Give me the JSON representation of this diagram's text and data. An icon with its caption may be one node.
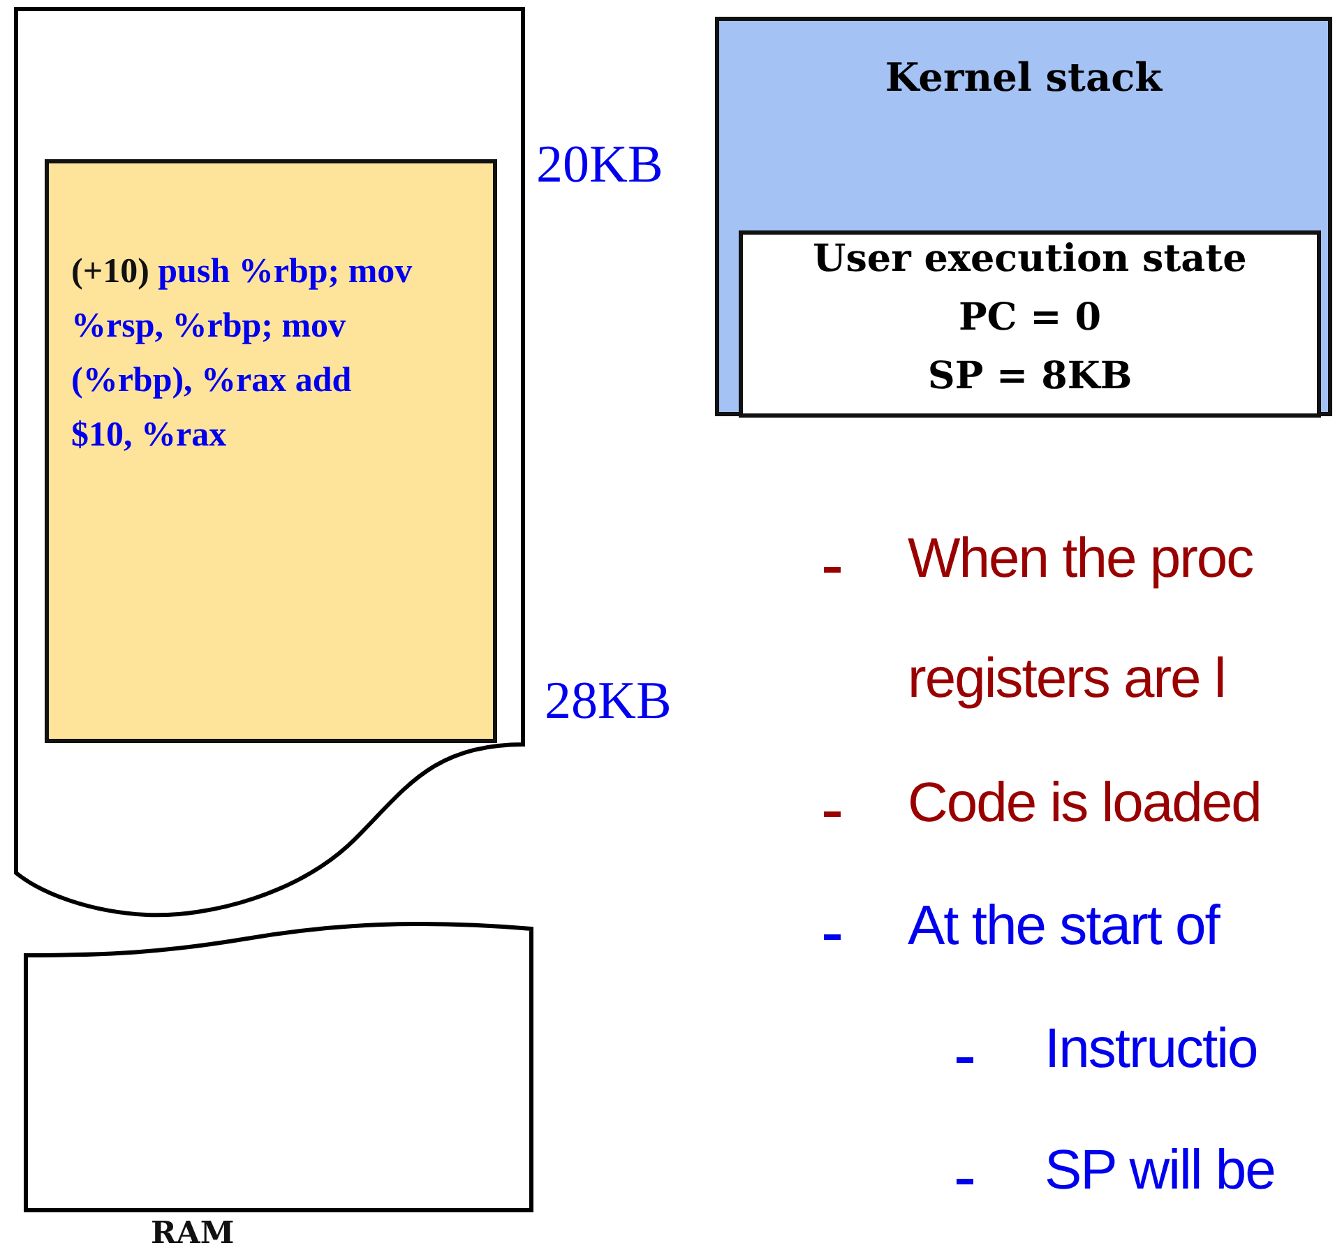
{
  "diagram": {
    "nodes": [
      {
        "text": [],
        "shape": "box"
      },
      {
        "text": [
          "(+10)",
          "push %rbp; mov %rsp, %rbp; mov (%rbp), %rax add $10, %rax"
        ],
        "in": 0
      },
      {
        "text": [],
        "shape": "box",
        "beside": [
          "RAM"
        ]
      },
      {
        "text": [
          "Kernel stack"
        ]
      },
      {
        "text": [
          "User execution state",
          "PC = 0",
          "SP = 8KB"
        ],
        "in": 3
      }
    ],
    "edges": [],
    "labels": [
      "20KB",
      "28KB",
      "When the proc",
      "registers are l",
      "Code is loaded",
      "At the start of",
      "Instructio",
      "SP will be"
    ]
  }
}
